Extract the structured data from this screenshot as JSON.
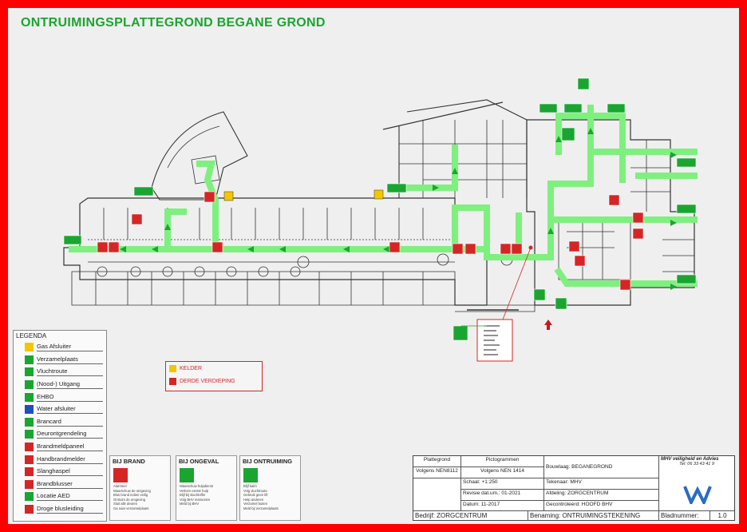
{
  "title": "ONTRUIMINGSPLATTEGROND BEGANE GROND",
  "legend": {
    "heading": "LEGENDA",
    "items": [
      {
        "label": "Gas Afsluiter",
        "icon": "gas-valve-icon",
        "color": "#f2c700"
      },
      {
        "label": "Verzamelplaats",
        "icon": "assembly-point-icon",
        "color": "#1aa531"
      },
      {
        "label": "Vluchtroute",
        "icon": "escape-route-arrow-icon",
        "color": "#1aa531"
      },
      {
        "label": "(Nood-) Uitgang",
        "icon": "emergency-exit-icon",
        "color": "#1aa531"
      },
      {
        "label": "EHBO",
        "icon": "first-aid-icon",
        "color": "#1aa531"
      },
      {
        "label": "Water afsluiter",
        "icon": "water-valve-icon",
        "color": "#1f4fbf"
      },
      {
        "label": "Brancard",
        "icon": "stretcher-icon",
        "color": "#1aa531"
      },
      {
        "label": "Deurontgrendeling",
        "icon": "door-release-icon",
        "color": "#1aa531"
      },
      {
        "label": "Brandmeldpaneel",
        "icon": "fire-panel-icon",
        "color": "#d62525"
      },
      {
        "label": "Handbrandmelder",
        "icon": "manual-call-point-icon",
        "color": "#d62525"
      },
      {
        "label": "Slanghaspel",
        "icon": "hose-reel-icon",
        "color": "#d62525"
      },
      {
        "label": "Brandblusser",
        "icon": "fire-extinguisher-icon",
        "color": "#d62525"
      },
      {
        "label": "Locatie AED",
        "icon": "aed-icon",
        "color": "#1aa531"
      },
      {
        "label": "Droge blusleiding",
        "icon": "dry-riser-icon",
        "color": "#d62525"
      }
    ]
  },
  "floors": {
    "items": [
      {
        "label": "KELDER",
        "icon": "basement-icon",
        "color": "#f2c700"
      },
      {
        "label": "DERDE VERDIEPING",
        "icon": "third-floor-icon",
        "color": "#d62525"
      }
    ]
  },
  "instructions": [
    {
      "heading": "BIJ BRAND",
      "icon": "fire-icon",
      "color": "#d62525",
      "lines": [
        "Alarmeer",
        "Waarschuw de omgeving",
        "Blus brand indien veilig",
        "Ontruim de omgeving",
        "Sluit alle deuren",
        "Ga naar verzamelplaats"
      ]
    },
    {
      "heading": "BIJ ONGEVAL",
      "icon": "first-aid-icon",
      "color": "#1aa531",
      "lines": [
        "Waarschuw hulpdienst",
        "Verleen eerste hulp",
        "Blijf bij slachtoffer",
        "Volg BHV instructies",
        "Meld bij BHV"
      ]
    },
    {
      "heading": "BIJ ONTRUIMING",
      "icon": "evacuation-icon",
      "color": "#1aa531",
      "lines": [
        "Blijf kalm",
        "Volg vluchtroute",
        "Gebruik geen lift",
        "Help anderen",
        "Verzamel buiten",
        "Meld bij verzamelplaats"
      ]
    }
  ],
  "title_block": {
    "plattegrond_label": "Plattegrond",
    "plattegrond_norm": "Volgens NEN8112",
    "pictogrammen_label": "Pictogrammen",
    "pictogrammen_norm": "Volgens NEN 1414",
    "schaal": "Schaal:    +1:250",
    "revisie": "Revisie dat.um.: 01-2021",
    "datum": "Datum:    11-2017",
    "bouwlaag": "Bouwlaag: BEGANEGROND",
    "tekenaar": "Tekenaar: MHV",
    "afdeling": "Afdeling: ZORGCENTRUM",
    "gecontroleerd": "Gecontroleerd: HOOFD BHV",
    "company": "MHV veiligheid en Advies",
    "company_tel": "Tel: 06 33 43 41 9",
    "bedrijf": "Bedrijf: ZORGCENTRUM",
    "benaming": "Benaming: ONTRUIMINGSTEKENING",
    "bladnummer_label": "Bladnummer:",
    "bladnummer": "1.0"
  },
  "colors": {
    "route": "#7ef07e",
    "sign_green": "#1aa531",
    "sign_red": "#d62525",
    "frame": "#ff0000"
  }
}
